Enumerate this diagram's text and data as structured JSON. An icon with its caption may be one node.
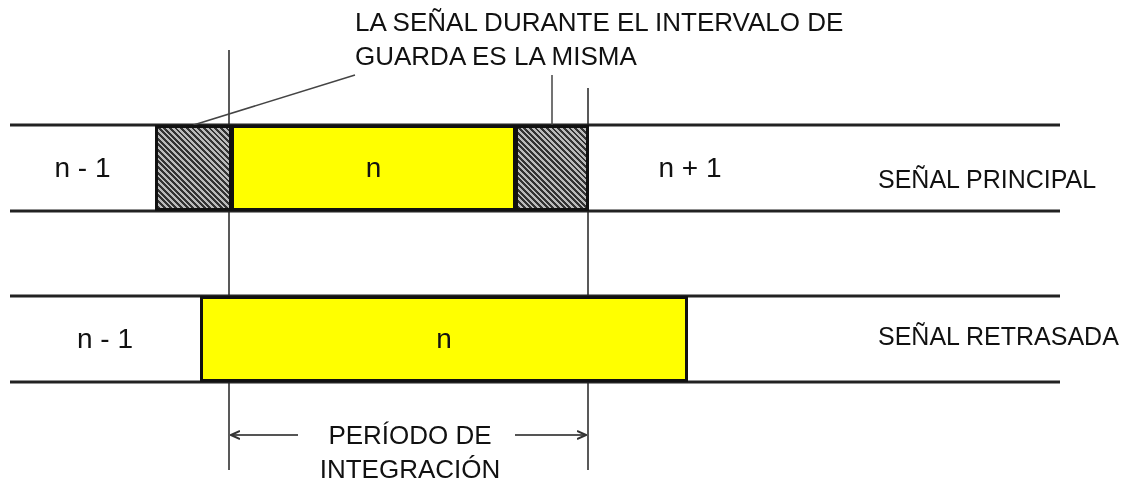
{
  "diagram": {
    "nodes": [
      {
        "text": [
          "LA SEÑAL DURANTE EL INTERVALO DE GUARDA ES LA MISMA"
        ]
      },
      {
        "text": [
          "n - 1"
        ]
      },
      {
        "text": [],
        "shape": "box"
      },
      {
        "text": [
          "n"
        ]
      },
      {
        "text": [],
        "shape": "box"
      },
      {
        "text": [
          "n + 1"
        ]
      },
      {
        "text": [
          "n - 1"
        ]
      },
      {
        "text": [
          "n"
        ]
      }
    ],
    "edges": [
      {
        "from": 0,
        "to": 2,
        "arrow": "none"
      },
      {
        "from": 0,
        "to": 4,
        "arrow": "none"
      }
    ],
    "labels": [
      "SEÑAL PRINCIPAL",
      "SEÑAL RETRASADA",
      "PERÍODO DE INTEGRACIÓN"
    ]
  }
}
